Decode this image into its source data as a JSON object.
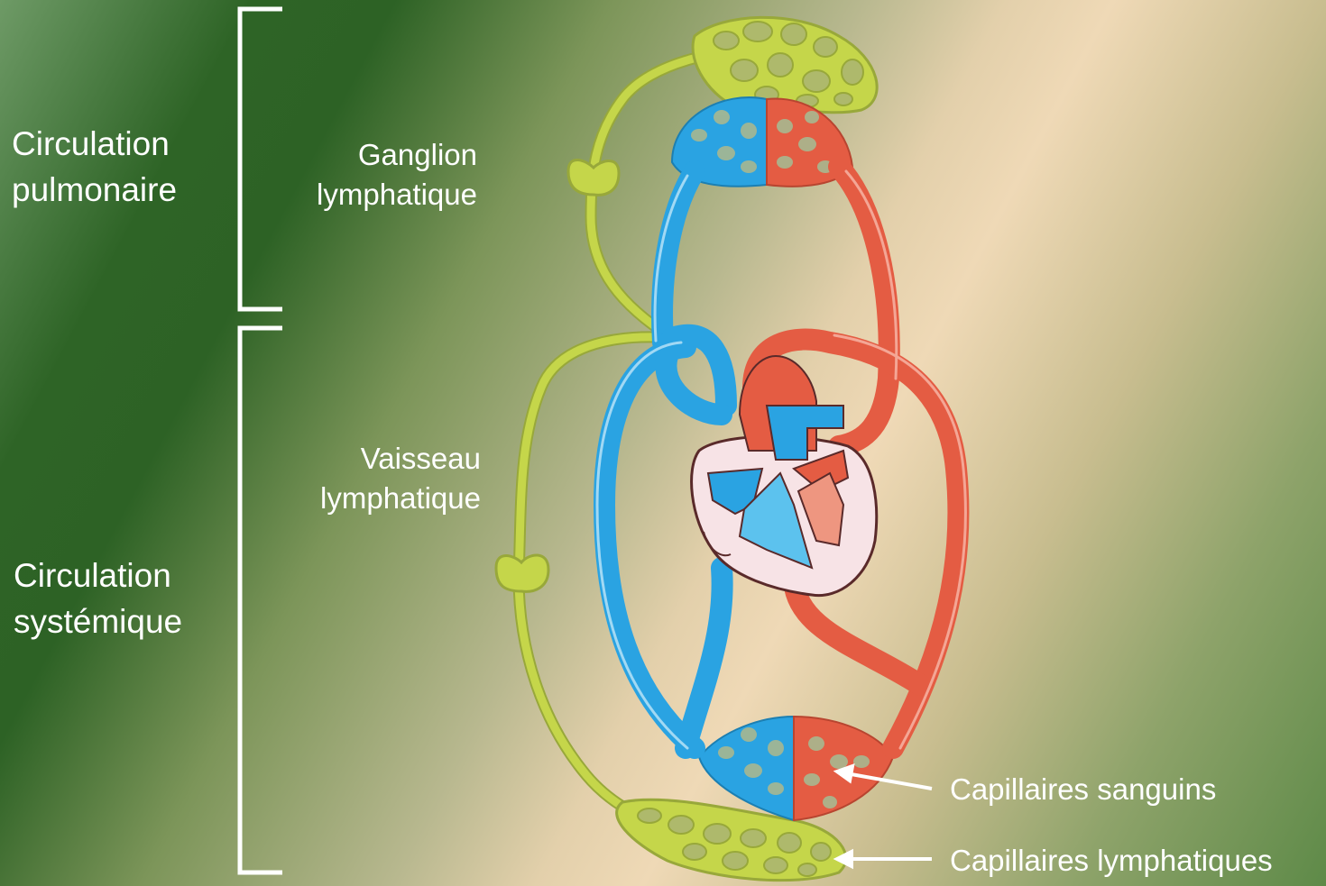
{
  "labels": {
    "pulmonary": "Circulation\npulmonaire",
    "systemic": "Circulation\nsystémique",
    "node": "Ganglion\nlymphatique",
    "vessel": "Vaisseau\nlymphatique",
    "blood_capillaries": "Capillaires sanguins",
    "lymph_capillaries": "Capillaires lymphatiques"
  },
  "colors": {
    "lymph": "#c5d64a",
    "lymph_dark": "#98a83a",
    "vein": "#2aa3e2",
    "artery": "#e45c43",
    "heart_wall": "#f7e3e6",
    "text": "#ffffff"
  }
}
